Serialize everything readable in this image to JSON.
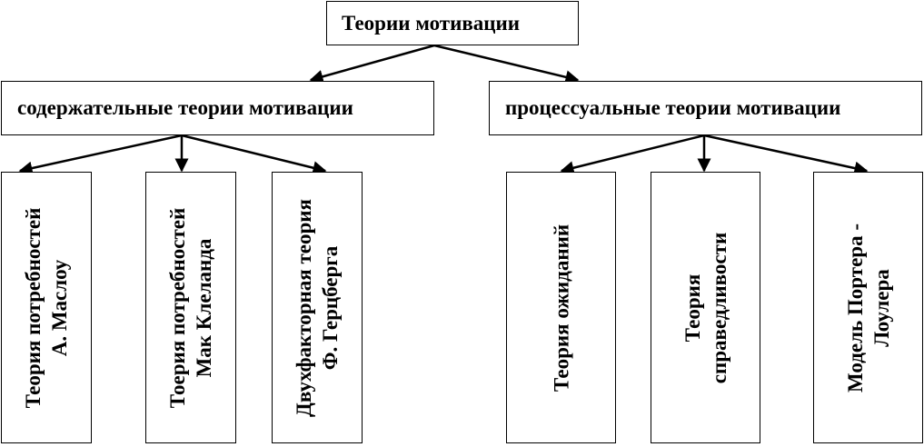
{
  "root": {
    "label": "Теории мотивации"
  },
  "groups": {
    "content": {
      "label": "содержательные теории мотивации",
      "items": [
        {
          "lines": [
            "Теория потребностей",
            "А. Маслоу"
          ]
        },
        {
          "lines": [
            "Тоерия потребностей",
            "Мак Клеланда"
          ]
        },
        {
          "lines": [
            "Двухфакторная теория",
            "Ф. Герцберга"
          ]
        }
      ]
    },
    "process": {
      "label": "процессуальные теории мотивации",
      "items": [
        {
          "lines": [
            "Теория ожиданий"
          ]
        },
        {
          "lines": [
            "Теория",
            "справедливости"
          ]
        },
        {
          "lines": [
            "Модель Портера -",
            "Лоулера"
          ]
        }
      ]
    }
  }
}
